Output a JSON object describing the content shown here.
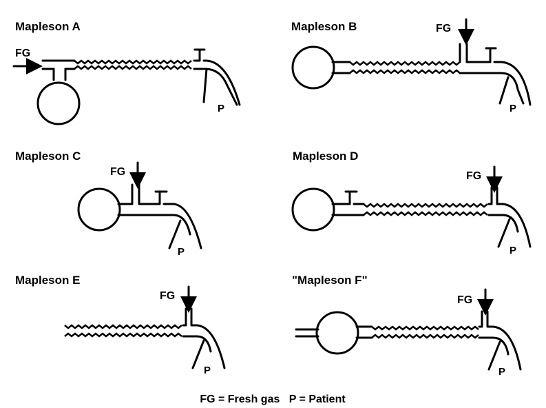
{
  "diagrams": [
    {
      "title": "Mapleson A",
      "fg": "FG",
      "patient": "P"
    },
    {
      "title": "Mapleson B",
      "fg": "FG",
      "patient": "P"
    },
    {
      "title": "Mapleson C",
      "fg": "FG",
      "patient": "P"
    },
    {
      "title": "Mapleson D",
      "fg": "FG",
      "patient": "P"
    },
    {
      "title": "Mapleson E",
      "fg": "FG",
      "patient": "P"
    },
    {
      "title": "\"Mapleson F\"",
      "fg": "FG",
      "patient": "P"
    }
  ],
  "legend": "FG = Fresh gas   P = Patient"
}
